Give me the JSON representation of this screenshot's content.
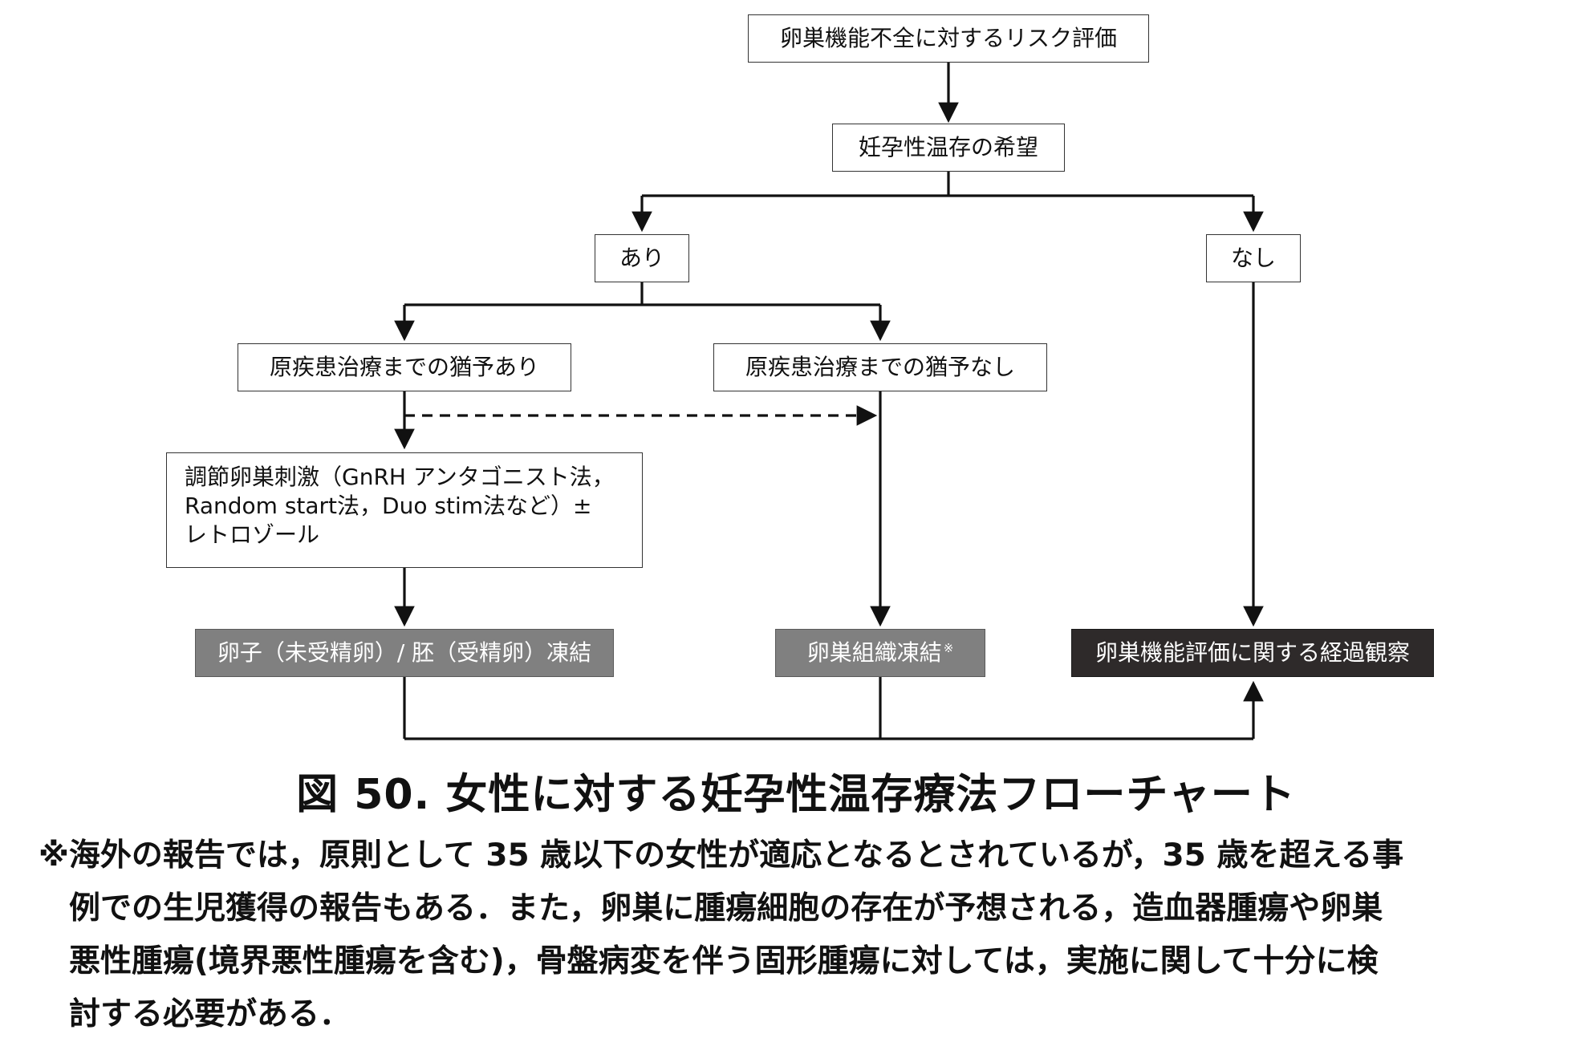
{
  "flowchart": {
    "nodes": {
      "risk_eval": "卵巣機能不全に対するリスク評価",
      "wish": "妊孕性温存の希望",
      "yes": "あり",
      "no": "なし",
      "delay_yes": "原疾患治療までの猶予あり",
      "delay_no": "原疾患治療までの猶予なし",
      "stim_line1": "調節卵巣刺激（GnRH アンタゴニスト法，",
      "stim_line2": "Random start法，Duo stim法など）±",
      "stim_line3": "レトロゾール",
      "egg_freeze": "卵子（未受精卵）/ 胚（受精卵）凍結",
      "ovary_freeze": "卵巣組織凍結",
      "ovary_freeze_mark": "※",
      "observe": "卵巣機能評価に関する経過観察"
    },
    "colors": {
      "gray_box": "#808080",
      "dark_box": "#2e2a2a",
      "line": "#111111"
    }
  },
  "caption": "図 50.  女性に対する妊孕性温存療法フローチャート",
  "note": {
    "line1": "※海外の報告では，原則として 35 歳以下の女性が適応となるとされているが，35 歳を超える事",
    "line2": "例での生児獲得の報告もある．また，卵巣に腫瘍細胞の存在が予想される，造血器腫瘍や卵巣",
    "line3": "悪性腫瘍(境界悪性腫瘍を含む)，骨盤病変を伴う固形腫瘍に対しては，実施に関して十分に検",
    "line4": "討する必要がある．"
  }
}
